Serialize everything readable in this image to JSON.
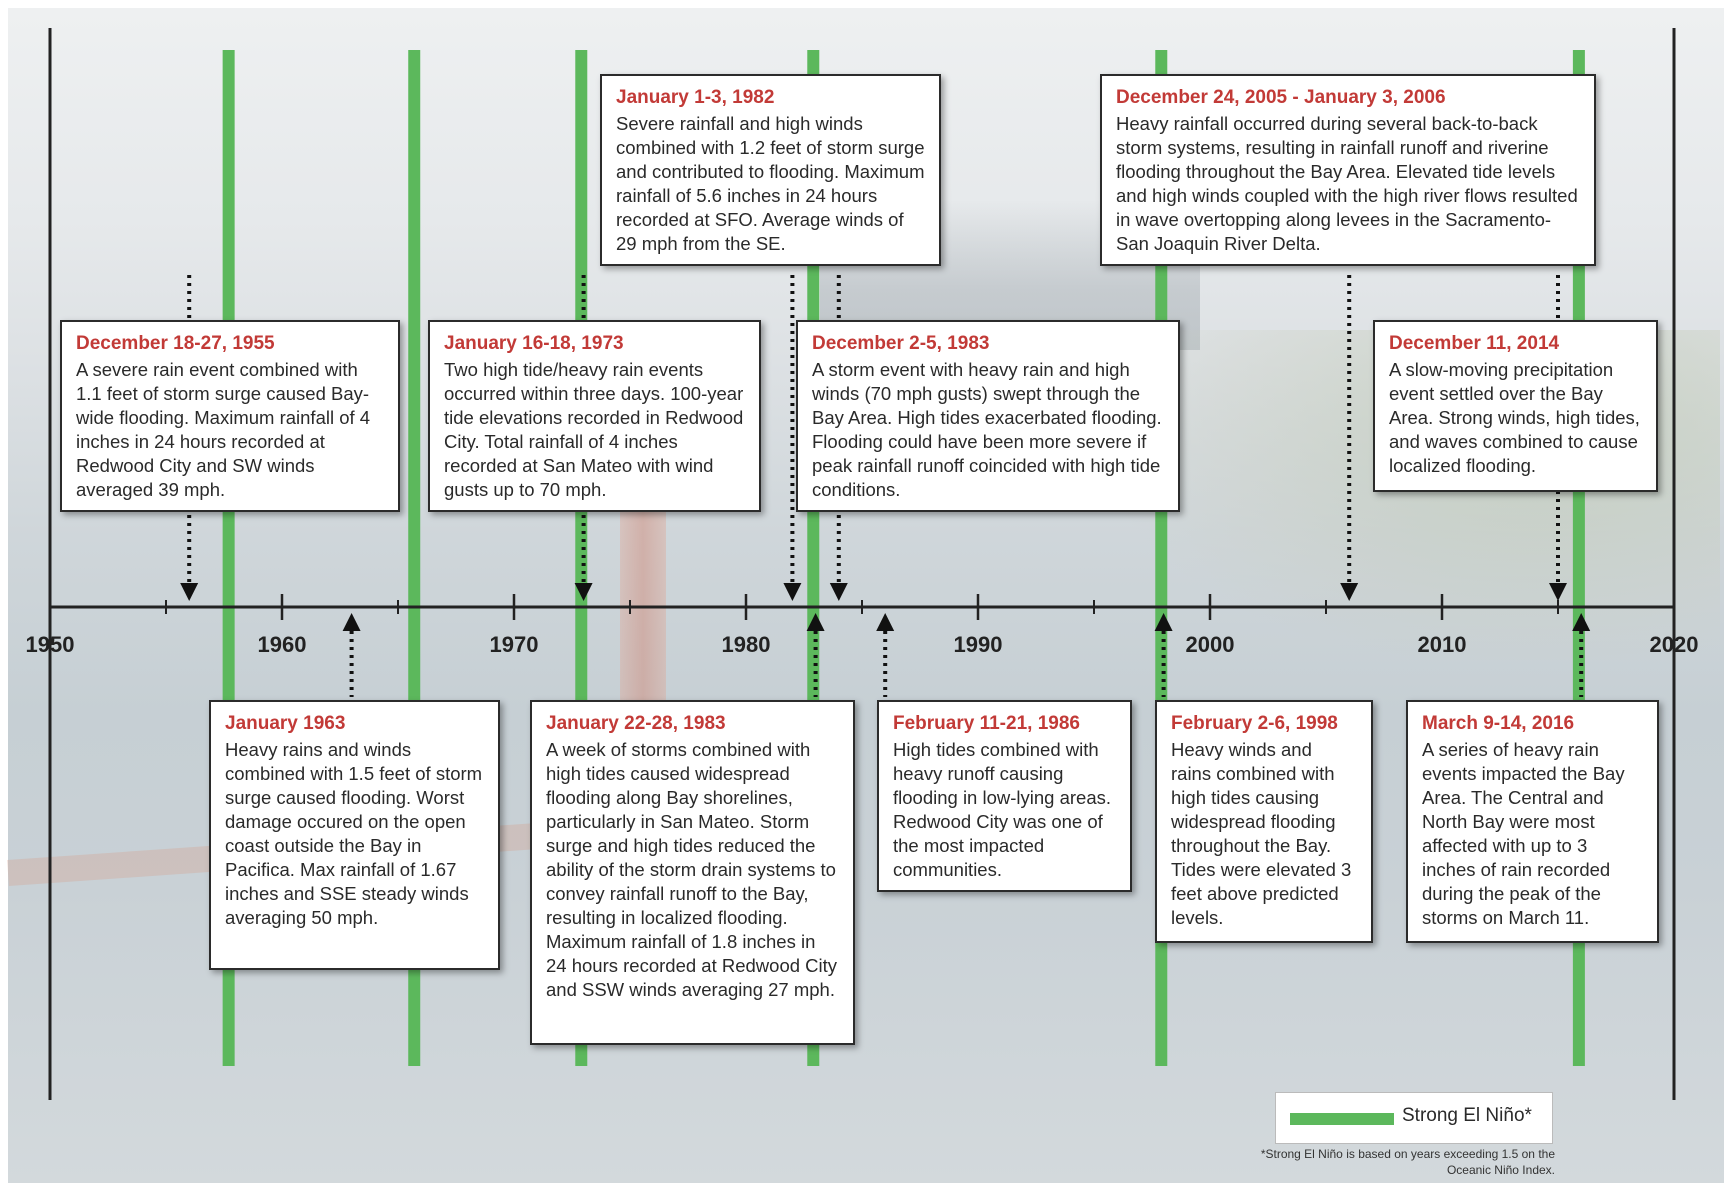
{
  "timeline": {
    "start_year": 1950,
    "end_year": 2020,
    "labeled_years": [
      1950,
      1960,
      1970,
      1980,
      1990,
      2000,
      2010,
      2020
    ],
    "minor_tick_years": [
      1955,
      1965,
      1975,
      1985,
      1995,
      2005,
      2015
    ]
  },
  "el_nino_years": [
    1957.7,
    1965.7,
    1972.9,
    1982.9,
    1997.9,
    2015.9
  ],
  "events": [
    {
      "position": "above",
      "arrow_year": 1956,
      "date": "December 18-27, 1955",
      "description": "A severe rain event combined with 1.1 feet of storm surge caused Bay-wide flooding. Maximum rainfall of 4 inches in 24 hours recorded at Redwood City and SW winds averaged 39 mph."
    },
    {
      "position": "below",
      "arrow_year": 1963,
      "date": "January 1963",
      "description": "Heavy rains and winds combined with 1.5 feet of storm surge caused flooding. Worst damage occured on the open coast outside the Bay in Pacifica. Max rainfall of 1.67 inches and SSE steady winds averaging 50 mph."
    },
    {
      "position": "above",
      "arrow_year": 1973,
      "date": "January 16-18, 1973",
      "description": "Two high tide/heavy rain events occurred within three days. 100-year tide elevations recorded in Redwood City. Total rainfall of 4 inches recorded at San Mateo with wind gusts up to 70 mph."
    },
    {
      "position": "above",
      "arrow_year": 1982,
      "date": "January 1-3, 1982",
      "description": "Severe rainfall and high winds combined with 1.2 feet of storm surge and contributed to flooding. Maximum rainfall of 5.6 inches in 24 hours recorded at SFO. Average winds of 29 mph from the SE."
    },
    {
      "position": "below",
      "arrow_year": 1983,
      "date": "January 22-28, 1983",
      "description": "A week of storms combined with high tides caused widespread flooding along Bay shorelines, particularly in San Mateo. Storm surge and high tides reduced the ability of the storm drain systems to convey rainfall runoff to the Bay, resulting in localized flooding. Maximum rainfall of 1.8 inches in 24 hours recorded at Redwood City and SSW winds averaging 27 mph."
    },
    {
      "position": "above",
      "arrow_year": 1984,
      "date": "December 2-5, 1983",
      "description": "A storm event with heavy rain and high winds (70 mph gusts) swept through the Bay Area. High tides exacerbated flooding. Flooding could have been more severe if peak rainfall runoff coincided with high tide conditions."
    },
    {
      "position": "below",
      "arrow_year": 1986,
      "date": "February 11-21, 1986",
      "description": "High tides combined with heavy runoff causing flooding in low-lying areas. Redwood City was one of the most impacted communities."
    },
    {
      "position": "below",
      "arrow_year": 1998,
      "date": "February 2-6, 1998",
      "description": "Heavy winds and rains combined with high tides causing widespread flooding throughout the Bay. Tides were elevated 3 feet above predicted levels."
    },
    {
      "position": "above",
      "arrow_year": 2006,
      "date": "December 24, 2005 - January 3, 2006",
      "description": "Heavy rainfall occurred during several back-to-back storm systems, resulting in rainfall runoff and riverine flooding throughout the Bay Area. Elevated tide levels and high winds coupled with the high river flows resulted in wave overtopping along levees in the Sacramento-San Joaquin River Delta."
    },
    {
      "position": "above",
      "arrow_year": 2015,
      "date": "December 11, 2014",
      "description": "A slow-moving precipitation event settled over the Bay Area. Strong winds, high tides, and waves combined to cause localized flooding."
    },
    {
      "position": "below",
      "arrow_year": 2016,
      "date": "March 9-14, 2016",
      "description": "A series of heavy rain events impacted the Bay Area. The Central and North Bay were most affected with up to 3 inches of rain recorded during the peak of the storms on March 11."
    }
  ],
  "legend": {
    "label": "Strong El Niño*",
    "color": "#5cb85c"
  },
  "footnote": "*Strong El Niño is based on years exceeding 1.5 on the Oceanic Niño Index.",
  "colors": {
    "date_text": "#c23a37",
    "el_nino_bar": "#5cb85c",
    "axis": "#222222"
  }
}
